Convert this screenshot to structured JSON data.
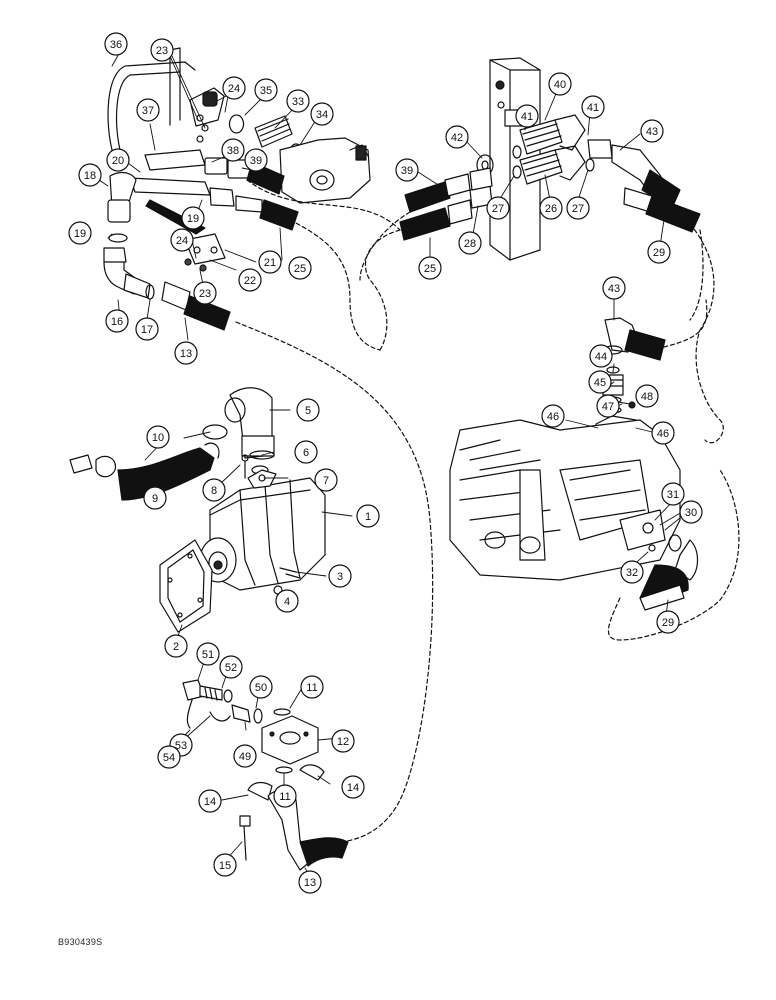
{
  "callouts": [
    {
      "id": "c36",
      "label": "36"
    },
    {
      "id": "c23a",
      "label": "23"
    },
    {
      "id": "c24a",
      "label": "24"
    },
    {
      "id": "c35",
      "label": "35"
    },
    {
      "id": "c33",
      "label": "33"
    },
    {
      "id": "c34",
      "label": "34"
    },
    {
      "id": "c37",
      "label": "37"
    },
    {
      "id": "c20",
      "label": "20"
    },
    {
      "id": "c38",
      "label": "38"
    },
    {
      "id": "c39a",
      "label": "39"
    },
    {
      "id": "c18",
      "label": "18"
    },
    {
      "id": "c19a",
      "label": "19"
    },
    {
      "id": "c19b",
      "label": "19"
    },
    {
      "id": "c25a",
      "label": "25"
    },
    {
      "id": "c24b",
      "label": "24"
    },
    {
      "id": "c21",
      "label": "21"
    },
    {
      "id": "c22",
      "label": "22"
    },
    {
      "id": "c23b",
      "label": "23"
    },
    {
      "id": "c16",
      "label": "16"
    },
    {
      "id": "c17",
      "label": "17"
    },
    {
      "id": "c13a",
      "label": "13"
    },
    {
      "id": "c40",
      "label": "40"
    },
    {
      "id": "c41a",
      "label": "41"
    },
    {
      "id": "c41b",
      "label": "41"
    },
    {
      "id": "c43a",
      "label": "43"
    },
    {
      "id": "c42",
      "label": "42"
    },
    {
      "id": "c39b",
      "label": "39"
    },
    {
      "id": "c27a",
      "label": "27"
    },
    {
      "id": "c26",
      "label": "26"
    },
    {
      "id": "c27b",
      "label": "27"
    },
    {
      "id": "c25b",
      "label": "25"
    },
    {
      "id": "c28",
      "label": "28"
    },
    {
      "id": "c29a",
      "label": "29"
    },
    {
      "id": "c43b",
      "label": "43"
    },
    {
      "id": "c44",
      "label": "44"
    },
    {
      "id": "c45",
      "label": "45"
    },
    {
      "id": "c48",
      "label": "48"
    },
    {
      "id": "c47",
      "label": "47"
    },
    {
      "id": "c46a",
      "label": "46"
    },
    {
      "id": "c46b",
      "label": "46"
    },
    {
      "id": "c5",
      "label": "5"
    },
    {
      "id": "c10",
      "label": "10"
    },
    {
      "id": "c6",
      "label": "6"
    },
    {
      "id": "c7",
      "label": "7"
    },
    {
      "id": "c8",
      "label": "8"
    },
    {
      "id": "c9",
      "label": "9"
    },
    {
      "id": "c1",
      "label": "1"
    },
    {
      "id": "c31",
      "label": "31"
    },
    {
      "id": "c30",
      "label": "30"
    },
    {
      "id": "c32",
      "label": "32"
    },
    {
      "id": "c3",
      "label": "3"
    },
    {
      "id": "c4",
      "label": "4"
    },
    {
      "id": "c2",
      "label": "2"
    },
    {
      "id": "c29b",
      "label": "29"
    },
    {
      "id": "c51",
      "label": "51"
    },
    {
      "id": "c52",
      "label": "52"
    },
    {
      "id": "c50",
      "label": "50"
    },
    {
      "id": "c11a",
      "label": "11"
    },
    {
      "id": "c53",
      "label": "53"
    },
    {
      "id": "c49",
      "label": "49"
    },
    {
      "id": "c12",
      "label": "12"
    },
    {
      "id": "c54",
      "label": "54"
    },
    {
      "id": "c14a",
      "label": "14"
    },
    {
      "id": "c11b",
      "label": "11"
    },
    {
      "id": "c14b",
      "label": "14"
    },
    {
      "id": "c15",
      "label": "15"
    },
    {
      "id": "c13b",
      "label": "13"
    }
  ],
  "document_code": "B930439S"
}
